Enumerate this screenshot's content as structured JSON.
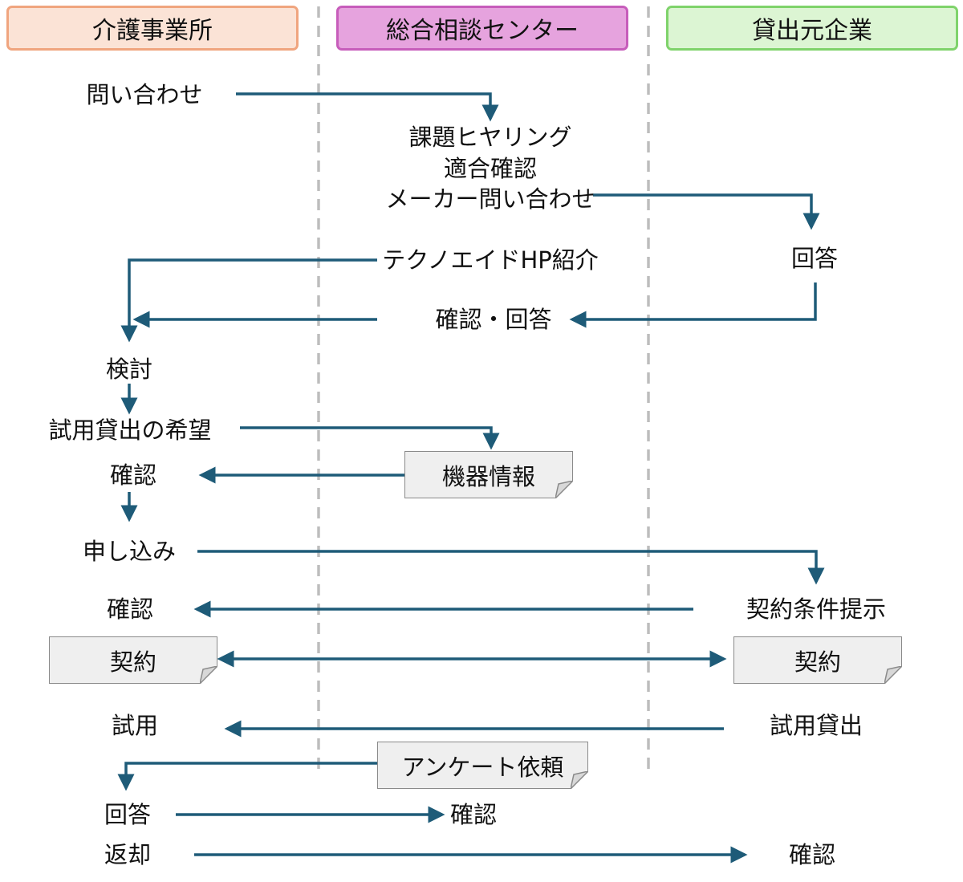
{
  "lanes": {
    "care": {
      "label": "介護事業所",
      "fill": "#fbe3d6",
      "border": "#f0a57f"
    },
    "center": {
      "label": "総合相談センター",
      "fill": "#e6a3de",
      "border": "#c75dbb"
    },
    "lender": {
      "label": "貸出元企業",
      "fill": "#dcf5d3",
      "border": "#7fd36b"
    }
  },
  "colors": {
    "arrow": "#1e5b78",
    "divider": "#bdbdbd",
    "doc_fill": "#efefef"
  },
  "steps": {
    "inquiry": "問い合わせ",
    "hearing_1": "課題ヒヤリング",
    "hearing_2": "適合確認",
    "hearing_3": "メーカー問い合わせ",
    "answer_lender": "回答",
    "technoaid": "テクノエイドHP紹介",
    "confirm_answer": "確認・回答",
    "review": "検討",
    "trial_request": "試用貸出の希望",
    "equipment_info": "機器情報",
    "confirm_1": "確認",
    "apply": "申し込み",
    "confirm_2": "確認",
    "conditions": "契約条件提示",
    "contract_care": "契約",
    "contract_lender": "契約",
    "trial": "試用",
    "trial_lending": "試用貸出",
    "survey": "アンケート依頼",
    "survey_answer": "回答",
    "confirm_3": "確認",
    "return": "返却",
    "confirm_4": "確認"
  }
}
